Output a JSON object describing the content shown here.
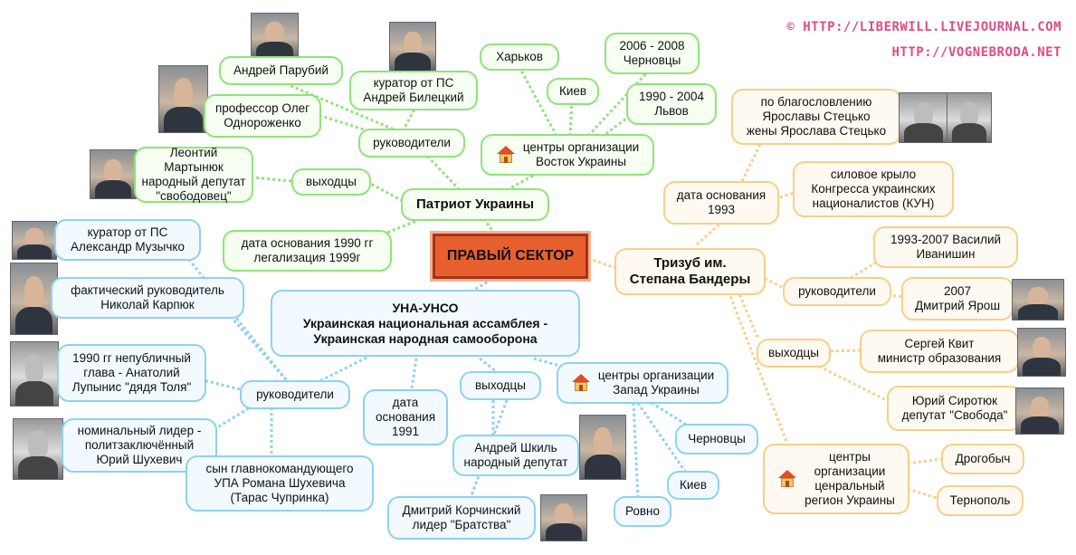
{
  "credits": {
    "line1": "© HTTP://LIBERWILL.LIVEJOURNAL.COM",
    "line2": "HTTP://VOGNEBRODA.NET"
  },
  "colors": {
    "green": "#8fe37a",
    "blue": "#8ed1f2",
    "orange": "#f7cf8a",
    "center": "#e8602e"
  },
  "center": {
    "label": "ПРАВЫЙ СЕКТОР"
  },
  "patriot": {
    "title": "Патриот Украины",
    "leaders_label": "руководители",
    "parubiy": "Андрей Парубий",
    "biletsky": "куратор от ПС\nАндрей Билецкий",
    "odnorozhenko": "профессор Олег\nОднороженко",
    "exits_label": "выходцы",
    "martynyuk": "Леонтий Мартынюк\nнародный депутат\n\"свободовец\"",
    "founding": "дата основания 1990 гг\nлегализация 1999г",
    "centers": "центры организации\nВосток Украины",
    "kharkov": "Харьков",
    "kiev": "Киев",
    "chernovtsy": "2006 - 2008\nЧерновцы",
    "lviv": "1990 - 2004\nЛьвов"
  },
  "una": {
    "title": "УНА-УНСО\nУкраинская национальная ассамблея -\nУкраинская народная самооборона",
    "muzychko": "куратор от ПС\nАлександр Музычко",
    "karpyuk": "фактический руководитель\nНиколай Карпюк",
    "lupynis": "1990 гг непубличный\nглава - Анатолий\nЛупынис \"дядя Толя\"",
    "leaders_label": "руководители",
    "shukhevych": "номинальный лидер -\nполитзаключённый\nЮрий Шухевич",
    "son": "сын главнокомандующего\nУПА Романа Шухевича\n(Тарас Чупринка)",
    "founding": "дата\nоснования\n1991",
    "exits_label": "выходцы",
    "shkil": "Андрей Шкиль\nнародный депутат",
    "korchinsky": "Дмитрий Корчинский\nлидер \"Братства\"",
    "centers": "центры организации\nЗапад Украины",
    "chernovtsy": "Черновцы",
    "kiev": "Киев",
    "rovno": "Ровно"
  },
  "trizub": {
    "title": "Тризуб им.\nСтепана Бандеры",
    "founding": "дата основания\n1993",
    "blessing": "по благословлению\nЯрославы Стецько\nжены Ярослава Стецько",
    "kun": "силовое крыло\nКонгресса украинских\nнационалистов (КУН)",
    "leaders_label": "руководители",
    "ivanyshyn": "1993-2007 Василий\nИванишин",
    "yarosh": "2007\nДмитрий Ярош",
    "exits_label": "выходцы",
    "kvit": "Сергей Квит\nминистр образования",
    "sirotyuk": "Юрий Сиротюк\nдепутат \"Свобода\"",
    "centers": "центры\nорганизации\nценральный\nрегион Украины",
    "drohobych": "Дрогобыч",
    "ternopol": "Тернополь"
  },
  "icons": {
    "house": "house-icon",
    "photo": "portrait-photo"
  }
}
